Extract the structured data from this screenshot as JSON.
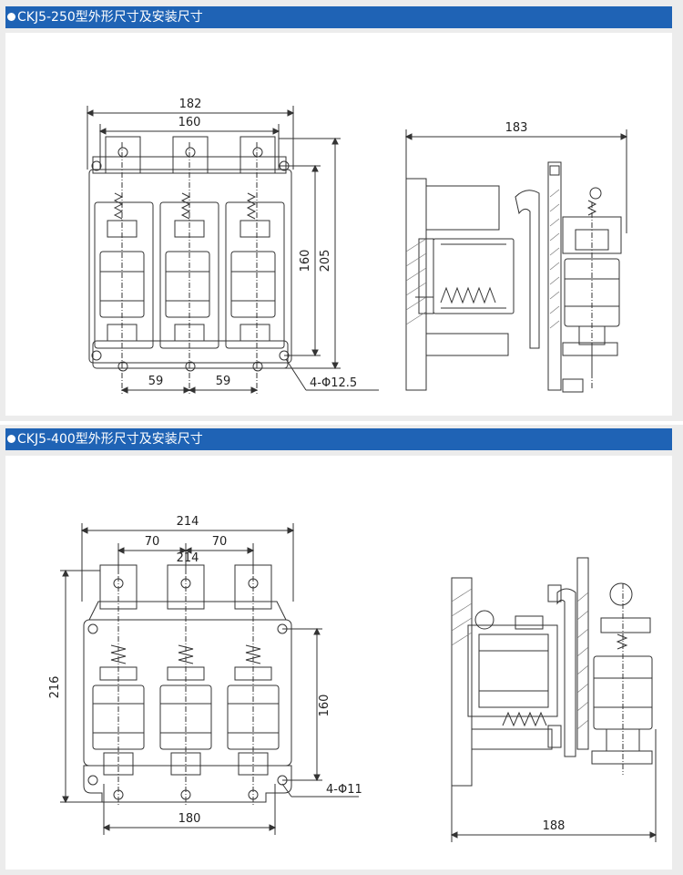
{
  "sections": [
    {
      "title": "CKJ5-250型外形尺寸及安装尺寸",
      "front_view": {
        "dim_overall_width": "182",
        "dim_terminal_span": "160",
        "dim_mount_height": "160",
        "dim_overall_height": "205",
        "dim_pitch_left": "59",
        "dim_pitch_right": "59",
        "dim_holes": "4-Φ12.5"
      },
      "side_view": {
        "dim_depth": "183"
      }
    },
    {
      "title": "CKJ5-400型外形尺寸及安装尺寸",
      "front_view": {
        "dim_overall_width": "214",
        "dim_pitch_left": "70",
        "dim_pitch_right": "70",
        "dim_inner": "214",
        "dim_overall_height": "216",
        "dim_mount_height": "160",
        "dim_holes": "4-Φ11",
        "dim_mount_width": "180"
      },
      "side_view": {
        "dim_depth": "188"
      }
    }
  ],
  "colors": {
    "banner": "#1f63b5",
    "section_bg": "#ececec",
    "line": "#333333"
  }
}
